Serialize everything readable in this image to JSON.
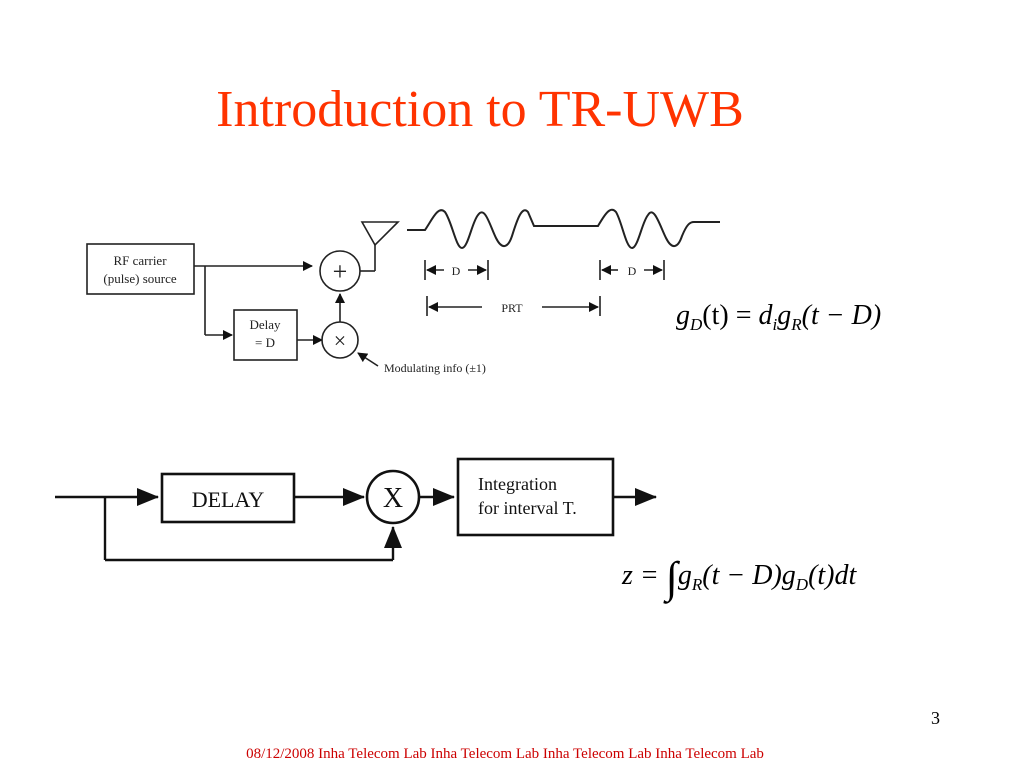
{
  "slide": {
    "title": "Introduction to TR-UWB",
    "page_number": "3",
    "footer": "08/12/2008 Inha Telecom Lab Inha Telecom Lab  Inha Telecom Lab Inha Telecom Lab",
    "title_color": "#ff3300",
    "footer_color": "#cc0000"
  },
  "transmitter": {
    "source_line1": "RF carrier",
    "source_line2": "(pulse) source",
    "delay_line1": "Delay",
    "delay_line2": "= D",
    "adder_symbol": "+",
    "multiplier_symbol": "×",
    "modulating_label": "Modulating info (±1)",
    "d_label_1": "D",
    "d_label_2": "D",
    "prt_label": "PRT"
  },
  "receiver": {
    "delay_label": "DELAY",
    "multiplier_symbol": "X",
    "integration_line1": "Integration",
    "integration_line2": "for interval T."
  },
  "equations": {
    "eq1": {
      "g1": "g",
      "sub1": "D",
      "t1": "(t) = ",
      "d": "d",
      "sub_i": "i",
      "g2": "g",
      "sub2": "R",
      "tail": "(t − D)"
    },
    "eq2": {
      "z": "z = ",
      "integral": "∫",
      "g1": "g",
      "sub1": "R",
      "mid": "(t − D)",
      "g2": "g",
      "sub2": "D",
      "tail": "(t)dt"
    }
  }
}
